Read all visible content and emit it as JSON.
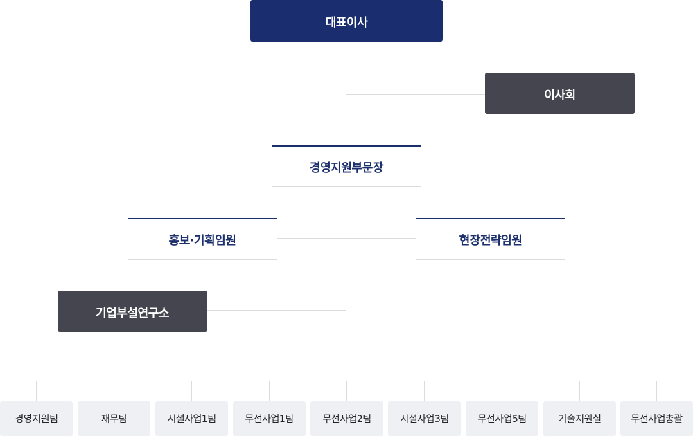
{
  "chart": {
    "ceo": "대표이사",
    "board": "이사회",
    "head": "경영지원부문장",
    "left_exec": "홍보·기획임원",
    "right_exec": "현장전략임원",
    "lab": "기업부설연구소",
    "teams": [
      "경영지원팀",
      "재무팀",
      "시설사업1팀",
      "무선사업1팀",
      "무선사업2팀",
      "시설사업3팀",
      "무선사업5팀",
      "기술지원실",
      "무선사업총괄"
    ]
  },
  "colors": {
    "ceo_bg": "#1a2d6e",
    "dark_bg": "#45454f",
    "outline_text": "#1c2f6d",
    "team_bg": "#eef0f4",
    "line": "#dcdcdc"
  }
}
